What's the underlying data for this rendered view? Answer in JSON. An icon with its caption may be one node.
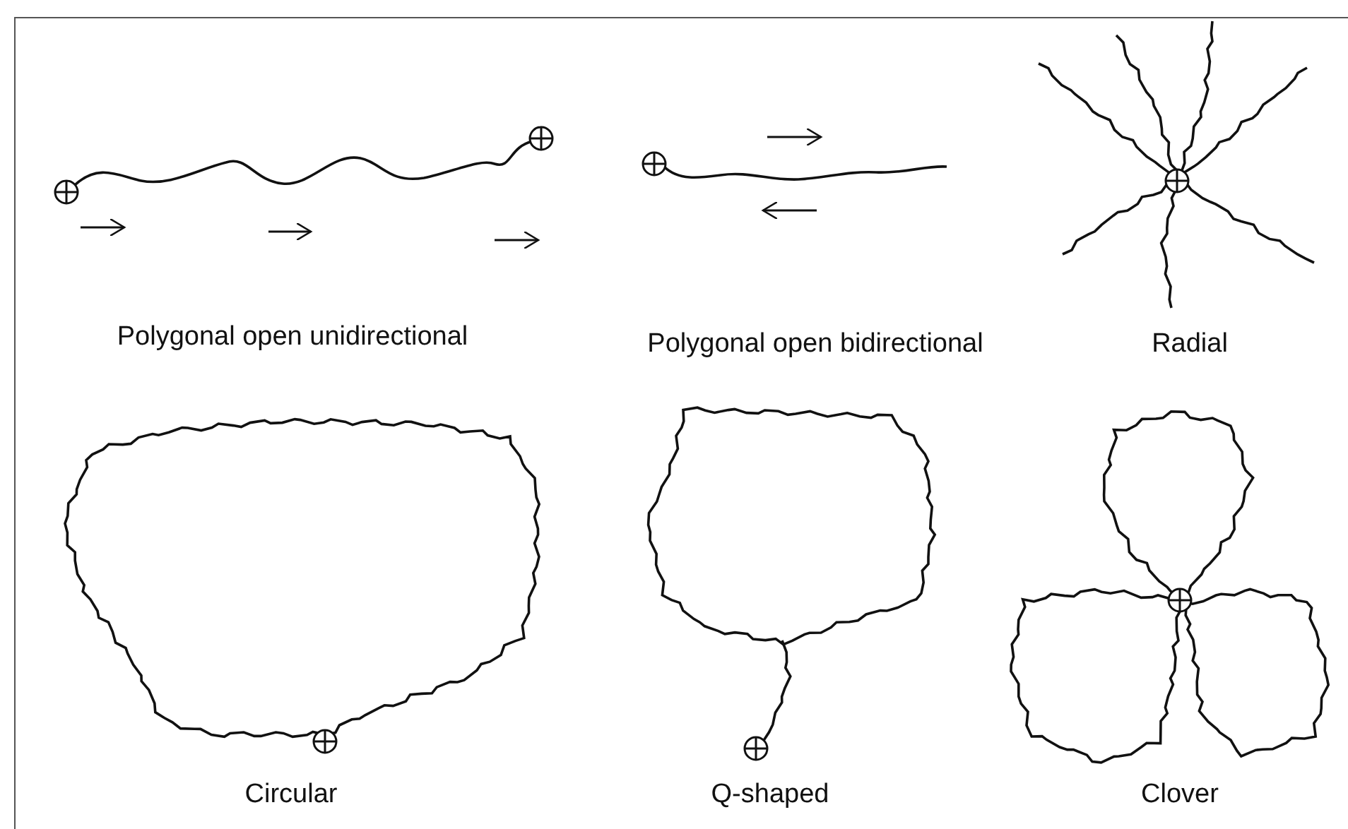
{
  "diagram": {
    "labels": [
      "Polygonal open unidirectional",
      "Polygonal open bidirectional",
      "Radial",
      "Circular",
      "Q-shaped",
      "Clover"
    ]
  }
}
